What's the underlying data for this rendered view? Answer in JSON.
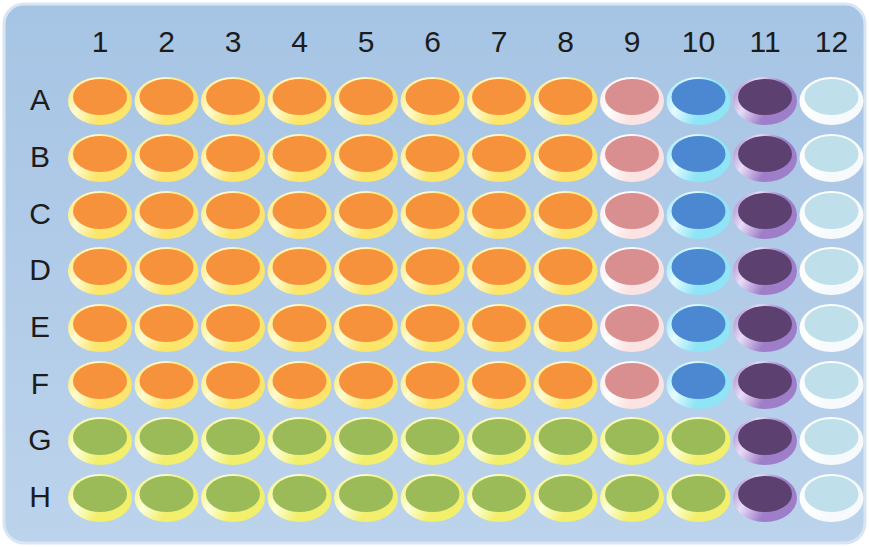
{
  "diagram": {
    "labels": [
      "1",
      "2",
      "3",
      "4",
      "5",
      "6",
      "7",
      "8",
      "9",
      "10",
      "11",
      "12",
      "A",
      "B",
      "C",
      "D",
      "E",
      "F",
      "G",
      "H"
    ]
  }
}
